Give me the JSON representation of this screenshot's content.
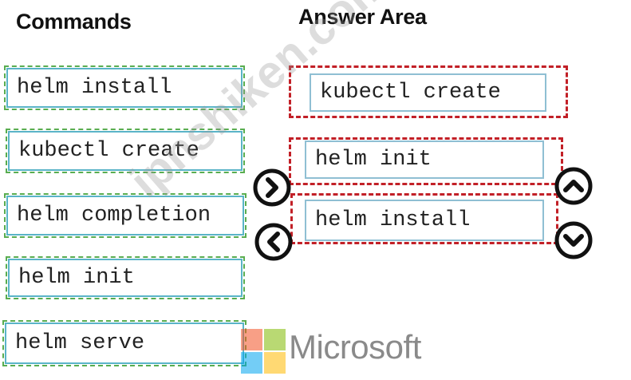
{
  "commands_panel": {
    "title": "Commands",
    "items": [
      {
        "label": "helm install"
      },
      {
        "label": "kubectl create"
      },
      {
        "label": "helm completion"
      },
      {
        "label": "helm init"
      },
      {
        "label": "helm serve"
      }
    ]
  },
  "answer_panel": {
    "title": "Answer Area",
    "items": [
      {
        "label": "kubectl create"
      },
      {
        "label": "helm init"
      },
      {
        "label": "helm install"
      }
    ]
  },
  "icons": {
    "move_right": "chevron-right-icon",
    "move_left": "chevron-left-icon",
    "move_up": "chevron-up-icon",
    "move_down": "chevron-down-icon"
  },
  "watermark": "ipnshiken.com",
  "branding": {
    "name": "Microsoft",
    "logo_colors": [
      "#f25022",
      "#7fba00",
      "#00a4ef",
      "#ffb900"
    ]
  },
  "colors": {
    "answer_slot_border": "#c22027",
    "command_border_outer": "#59ad50",
    "command_border_inner": "#5ab4c8"
  }
}
